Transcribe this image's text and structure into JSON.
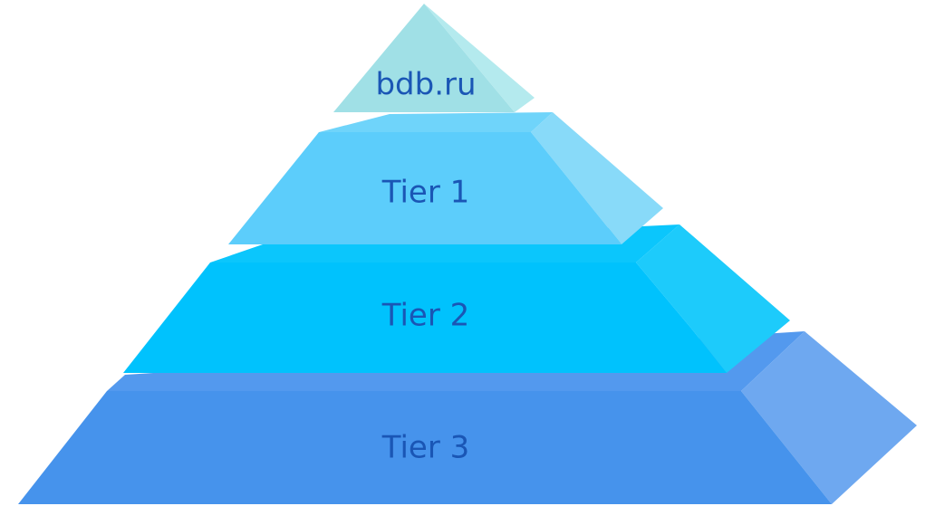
{
  "diagram": {
    "type": "pyramid",
    "text_color": "#1a56b5",
    "levels": [
      {
        "label": "bdb.ru",
        "front": "#a0e0e6",
        "side": "#b4eaee",
        "top": "#c4eef2"
      },
      {
        "label": "Tier 1",
        "front": "#5ccdfb",
        "side": "#88daf9",
        "top": "#6fd4fa"
      },
      {
        "label": "Tier 2",
        "front": "#00c2fd",
        "side": "#1dcbfb",
        "top": "#0bc6fc"
      },
      {
        "label": "Tier 3",
        "front": "#4693ec",
        "side": "#6ea8f0",
        "top": "#5399ee"
      }
    ]
  }
}
